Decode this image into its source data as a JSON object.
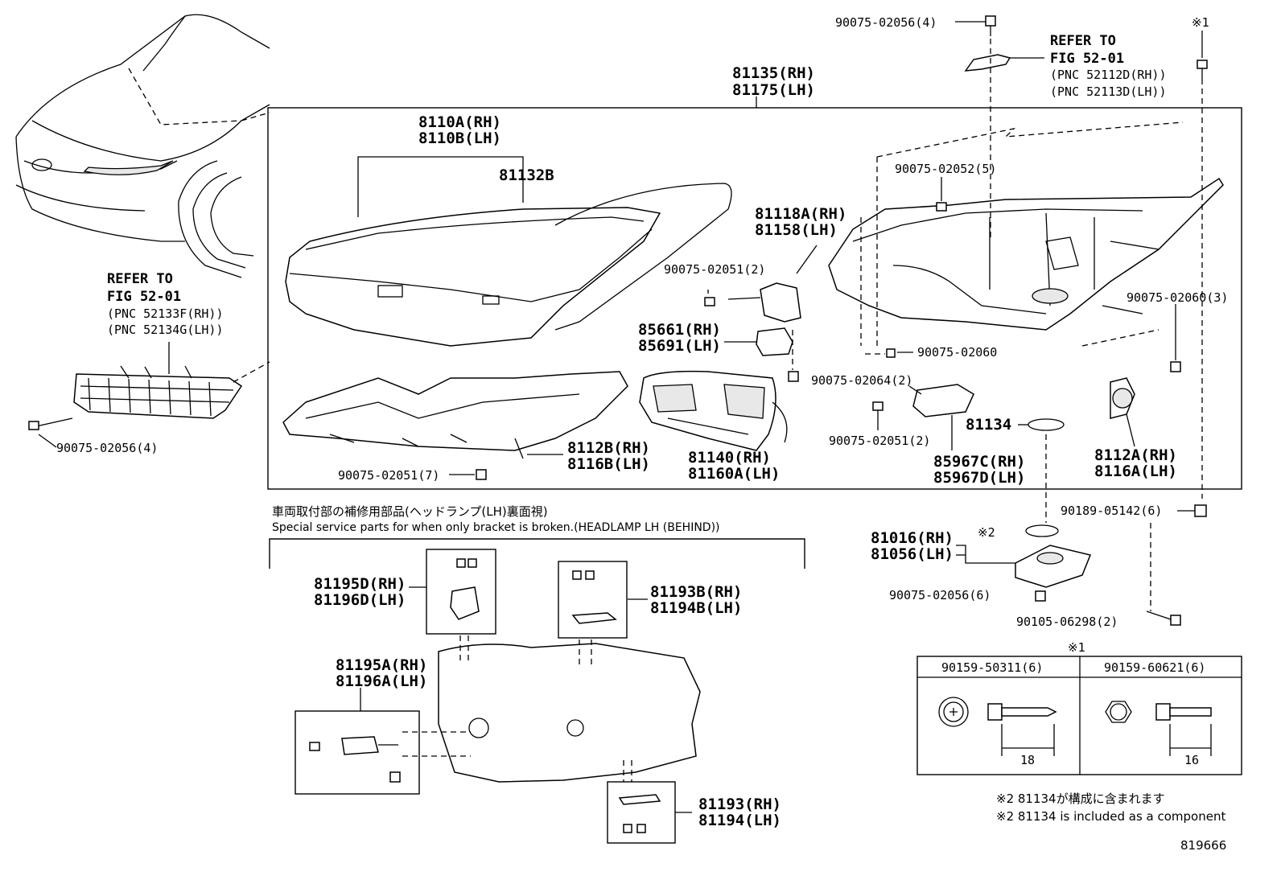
{
  "labels": {
    "bolt_top": "90075-02056(4)",
    "note1_mark_top": "※1",
    "refer_top_1": "REFER TO",
    "refer_top_2": "FIG 52-01",
    "refer_top_3": "(PNC 52112D(RH))",
    "refer_top_4": "(PNC 52113D(LH))",
    "assy_rh": "81135(RH)",
    "assy_lh": "81175(LH)",
    "lens_rh": "8110A(RH)",
    "lens_lh": "8110B(LH)",
    "gasket": "81132B",
    "bkt_rh": "81118A(RH)",
    "bkt_lh": "81158(LH)",
    "scr_2051_2a": "90075-02051(2)",
    "conn_rh": "85661(RH)",
    "conn_lh": "85691(LH)",
    "scr_2052_5": "90075-02052(5)",
    "scr_2060_3": "90075-02060(3)",
    "scr_2060": "90075-02060",
    "scr_2064_2": "90075-02064(2)",
    "scr_2051_2b": "90075-02051(2)",
    "oring": "81134",
    "ecu_rh": "85967C(RH)",
    "ecu_lh": "85967D(LH)",
    "ext_rh": "8112B(RH)",
    "ext_lh": "8116B(LH)",
    "scr_2051_7": "90075-02051(7)",
    "proj_rh": "81140(RH)",
    "proj_lh": "81160A(LH)",
    "leveler_rh": "8112A(RH)",
    "leveler_lh": "8116A(LH)",
    "refer_left_1": "REFER TO",
    "refer_left_2": "FIG 52-01",
    "refer_left_3": "(PNC 52133F(RH))",
    "refer_left_4": "(PNC 52134G(LH))",
    "bolt_left": "90075-02056(4)",
    "nut_05142": "90189-05142(6)",
    "note2_mark": "※2",
    "comp_rh": "81016(RH)",
    "comp_lh": "81056(LH)",
    "scr_2056_6": "90075-02056(6)",
    "scr_06298": "90105-06298(2)",
    "repair_jp": "車両取付部の補修用部品(ヘッドランプ(LH)裏面視)",
    "repair_en": "Special service parts for when only bracket is broken.(HEADLAMP LH (BEHIND))",
    "rp1_rh": "81195D(RH)",
    "rp1_lh": "81196D(LH)",
    "rp2_rh": "81193B(RH)",
    "rp2_lh": "81194B(LH)",
    "rp3_rh": "81195A(RH)",
    "rp3_lh": "81196A(LH)",
    "rp4_rh": "81193(RH)",
    "rp4_lh": "81194(LH)"
  },
  "table": {
    "mark": "※1",
    "col1": "90159-50311(6)",
    "col2": "90159-60621(6)",
    "dim1": "18",
    "dim2": "16"
  },
  "notes": {
    "jp": "※2 81134が構成に含まれます",
    "en": "※2 81134 is included as a component",
    "code": "819666"
  }
}
